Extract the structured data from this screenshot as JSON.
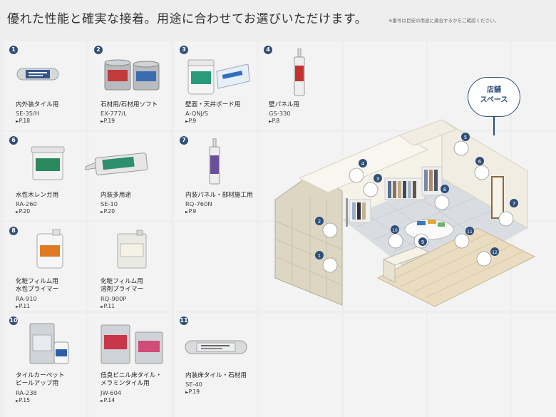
{
  "header": {
    "title": "優れた性能と確実な接着。用途に合わせてお選びいただけます。",
    "note": "※番号は目安の用途に適合するかをご確認ください。"
  },
  "shop_label": [
    "店舗",
    "スペース"
  ],
  "products": [
    {
      "num": "1",
      "name": "内外装タイル用",
      "code": "SE-35/H",
      "page": "P.18"
    },
    {
      "num": "2",
      "name": "石材用/石材用ソフト",
      "code": "EX-777/L",
      "page": "P.19"
    },
    {
      "num": "3",
      "name": "壁面・天井ボード用",
      "code": "A-QNJ/S",
      "page": "P.9"
    },
    {
      "num": "4",
      "name": "壁パネル用",
      "code": "GS-330",
      "page": "P.8"
    },
    {
      "num": "6",
      "name": "水性木レンガ用",
      "code": "RA-260",
      "page": "P.20"
    },
    {
      "num": "",
      "name": "内装多用途",
      "code": "SE-10",
      "page": "P.20"
    },
    {
      "num": "7",
      "name": "内装パネル・部材施工用",
      "code": "RQ-760N",
      "page": "P.9"
    },
    {
      "num": "8",
      "name": "化粧フィルム用\n水性プライマー",
      "code": "RA-910",
      "page": "P.11"
    },
    {
      "num": "",
      "name": "化粧フィルム用\n溶剤プライマー",
      "code": "RQ-900P",
      "page": "P.11"
    },
    {
      "num": "10",
      "name": "タイルカーペット\nピールアップ用",
      "code": "RA-238",
      "page": "P.15"
    },
    {
      "num": "",
      "name": "低臭ビニル床タイル・\nメラミンタイル用",
      "code": "JW-604",
      "page": "P.14"
    },
    {
      "num": "11",
      "name": "内装床タイル・石材用",
      "code": "SE-40",
      "page": "P.19"
    }
  ],
  "page_prefix": "►",
  "pins": [
    "1",
    "2",
    "3",
    "4",
    "5",
    "6",
    "7",
    "8",
    "9",
    "10",
    "11",
    "12"
  ],
  "colors": {
    "accent": "#2f4f79",
    "cell": "#f3f3f3",
    "bg": "#eeeeee"
  }
}
